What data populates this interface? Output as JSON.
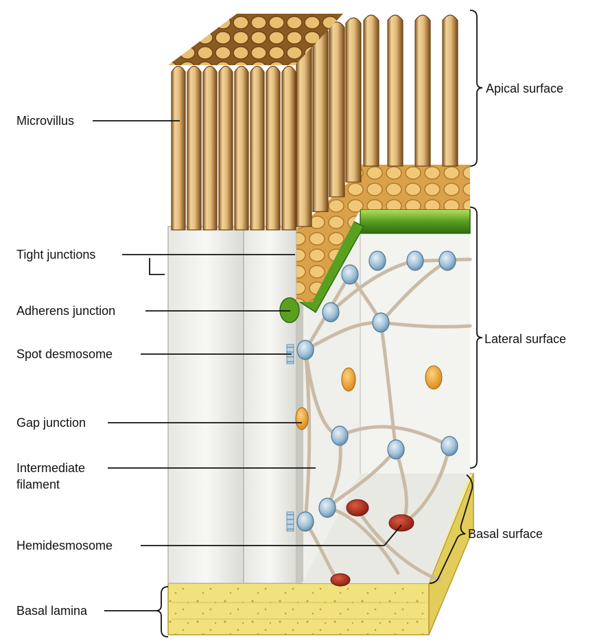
{
  "diagram": {
    "left_labels": {
      "microvillus": "Microvillus",
      "tight_junctions": "Tight junctions",
      "adherens_junction": "Adherens junction",
      "spot_desmosome": "Spot desmosome",
      "gap_junction": "Gap junction",
      "intermediate_filament_line1": "Intermediate",
      "intermediate_filament_line2": "filament",
      "hemidesmosome": "Hemidesmosome",
      "basal_lamina": "Basal lamina"
    },
    "right_labels": {
      "apical_surface": "Apical surface",
      "lateral_surface": "Lateral surface",
      "basal_surface": "Basal surface"
    },
    "colors": {
      "microvilli": "#d9b170",
      "microvilli_shadow": "#8a5a22",
      "cell_body": "#eeeeea",
      "tight_junction_band": "#5aa020",
      "desmosome": "#9fbfd6",
      "gap_junction": "#e89a20",
      "hemidesmosome": "#a8281c",
      "basal_lamina": "#efe07a",
      "filament": "#c9b9a3"
    }
  }
}
